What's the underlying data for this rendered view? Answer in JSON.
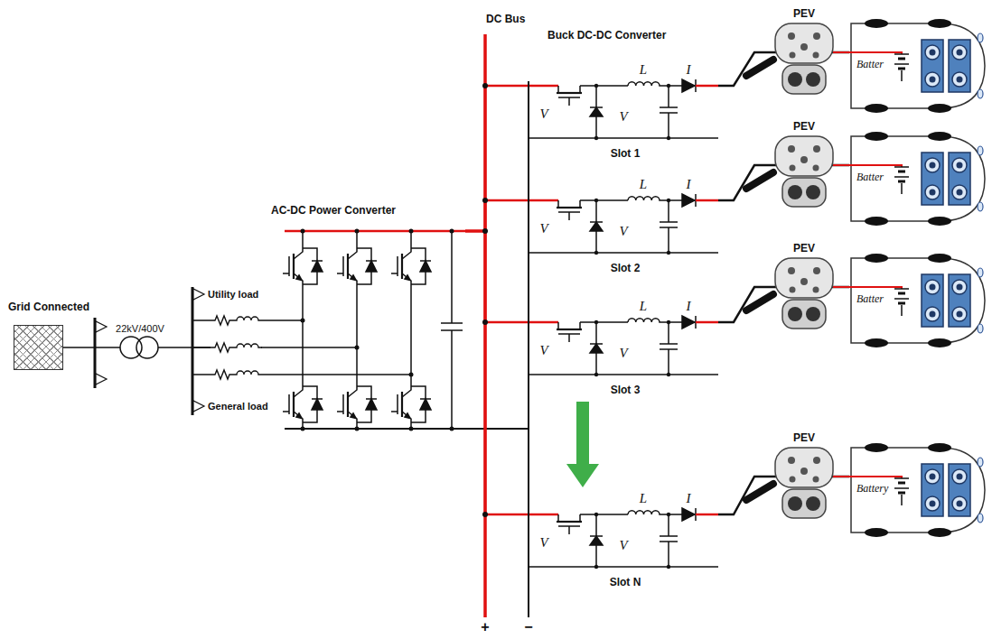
{
  "diagram": {
    "nodes": [
      {
        "text": [
          "Grid Connected"
        ]
      },
      {
        "text": [
          "AC-DC Power Converter"
        ]
      },
      {
        "text": [
          "L",
          "I",
          "V",
          "V",
          "Slot 1"
        ]
      },
      {
        "text": [
          "L",
          "I",
          "V",
          "V",
          "Slot 2"
        ]
      },
      {
        "text": [
          "L",
          "I",
          "V",
          "V",
          "Slot 3"
        ]
      },
      {
        "text": [
          "L",
          "I",
          "V",
          "V",
          "Slot N"
        ]
      },
      {
        "text": [
          "Batter"
        ]
      },
      {
        "text": [
          "Batter"
        ]
      },
      {
        "text": [
          "Batter"
        ]
      },
      {
        "text": [
          "Battery"
        ]
      }
    ],
    "edges": [
      {
        "from": 0,
        "to": 1,
        "arrow": "none"
      },
      {
        "from": 1,
        "to": 2,
        "arrow": "none"
      },
      {
        "from": 1,
        "to": 3,
        "arrow": "none"
      },
      {
        "from": 1,
        "to": 4,
        "arrow": "none"
      },
      {
        "from": 1,
        "to": 5,
        "arrow": "none"
      },
      {
        "from": 4,
        "to": 5,
        "arrow": "to"
      },
      {
        "from": 2,
        "to": 6,
        "arrow": "none"
      },
      {
        "from": 3,
        "to": 7,
        "arrow": "none"
      },
      {
        "from": 4,
        "to": 8,
        "arrow": "none"
      },
      {
        "from": 5,
        "to": 9,
        "arrow": "none"
      }
    ],
    "labels": [
      "DC Bus",
      "Buck DC-DC Converter",
      "PEV",
      "PEV",
      "PEV",
      "PEV",
      "22kV/400V",
      "Utility load",
      "General load",
      "+",
      "−"
    ]
  }
}
